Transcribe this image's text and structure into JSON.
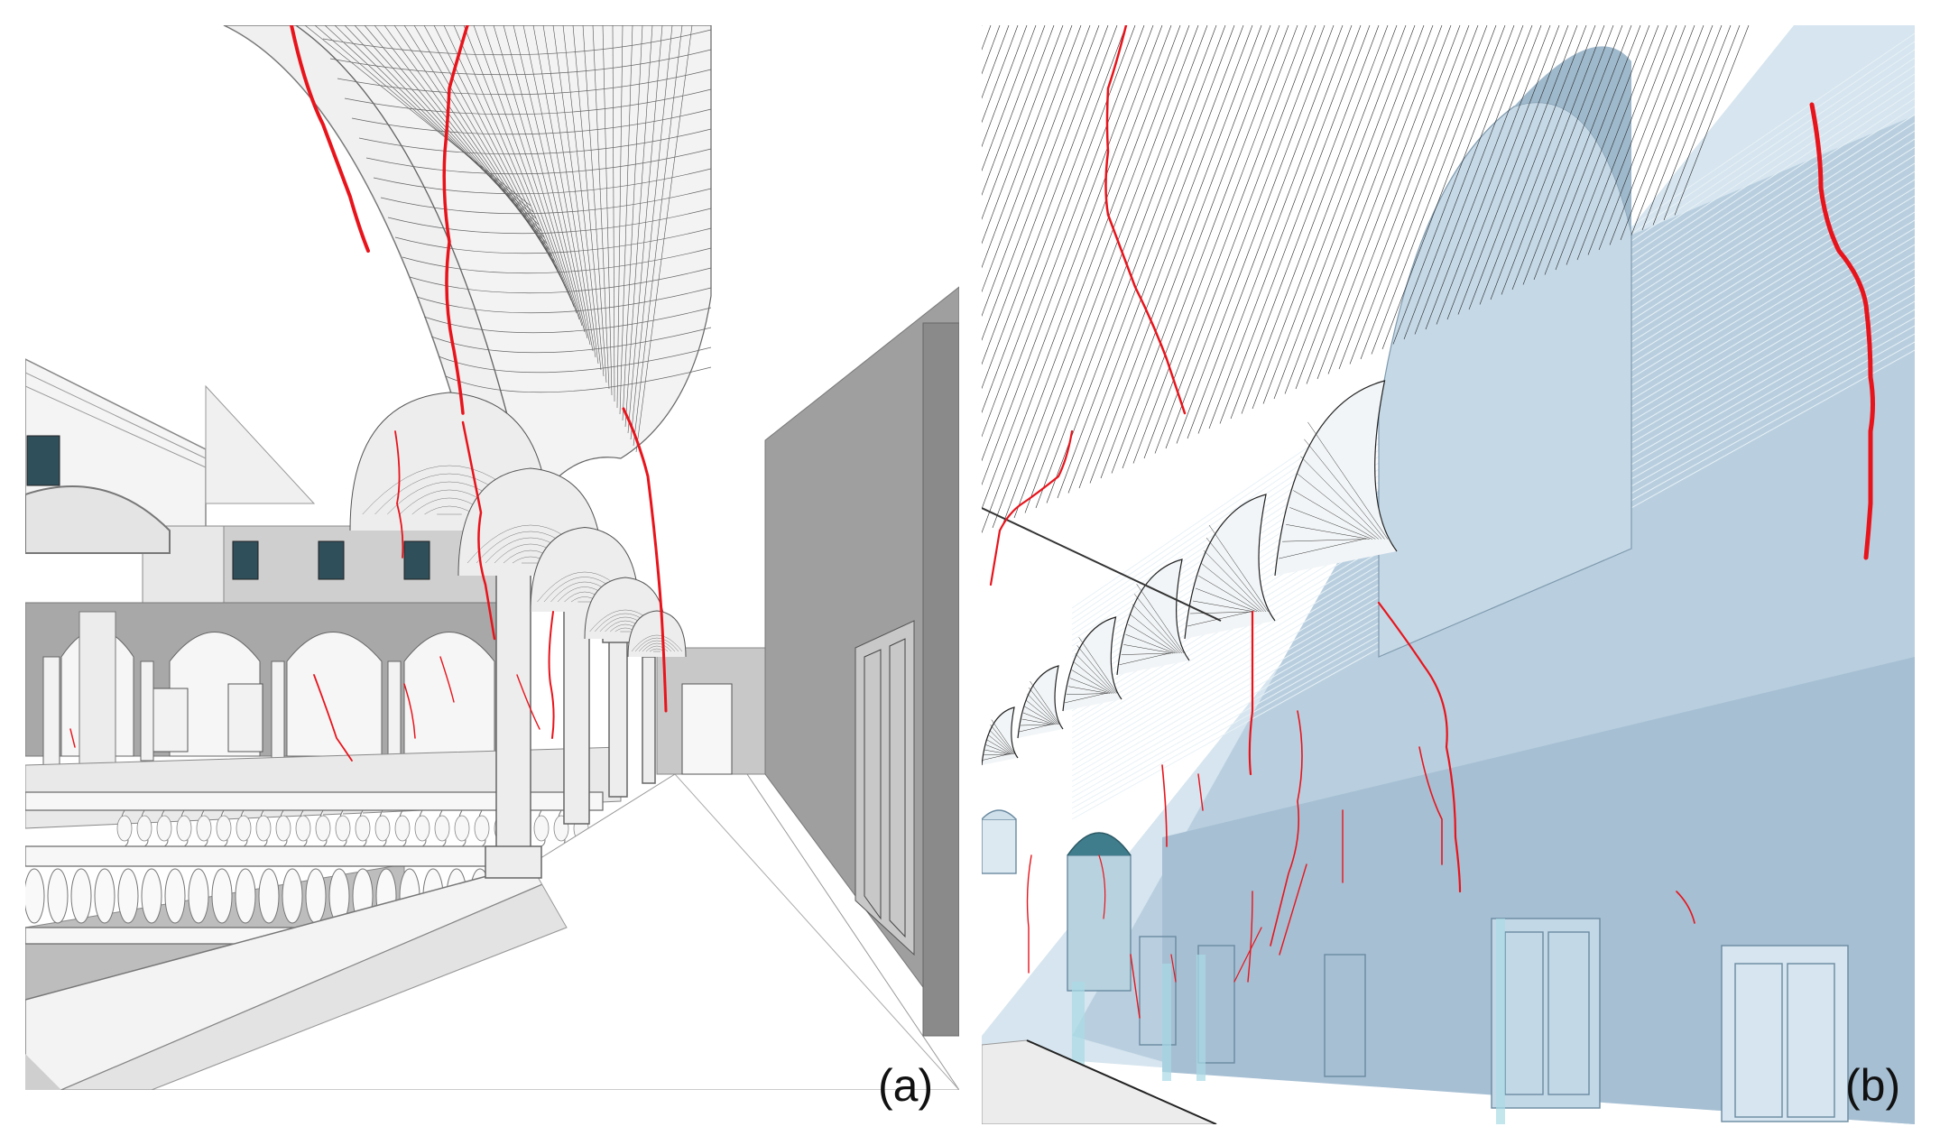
{
  "figure": {
    "panels": [
      {
        "id": "a",
        "label": "(a)"
      },
      {
        "id": "b",
        "label": "(b)"
      }
    ]
  },
  "colors": {
    "crack": "#e8141c",
    "mesh_line": "#4a4a4a",
    "wall_grey": "#9c9c9c",
    "wall_light": "#d9d9d9",
    "glass_blue": "#c3d8e6",
    "glass_blue_dark": "#9db7cc",
    "window_teal": "#3f7d8c"
  },
  "icons": [
    "vault-mesh",
    "crack-line",
    "column",
    "balustrade",
    "door",
    "window",
    "arch"
  ]
}
